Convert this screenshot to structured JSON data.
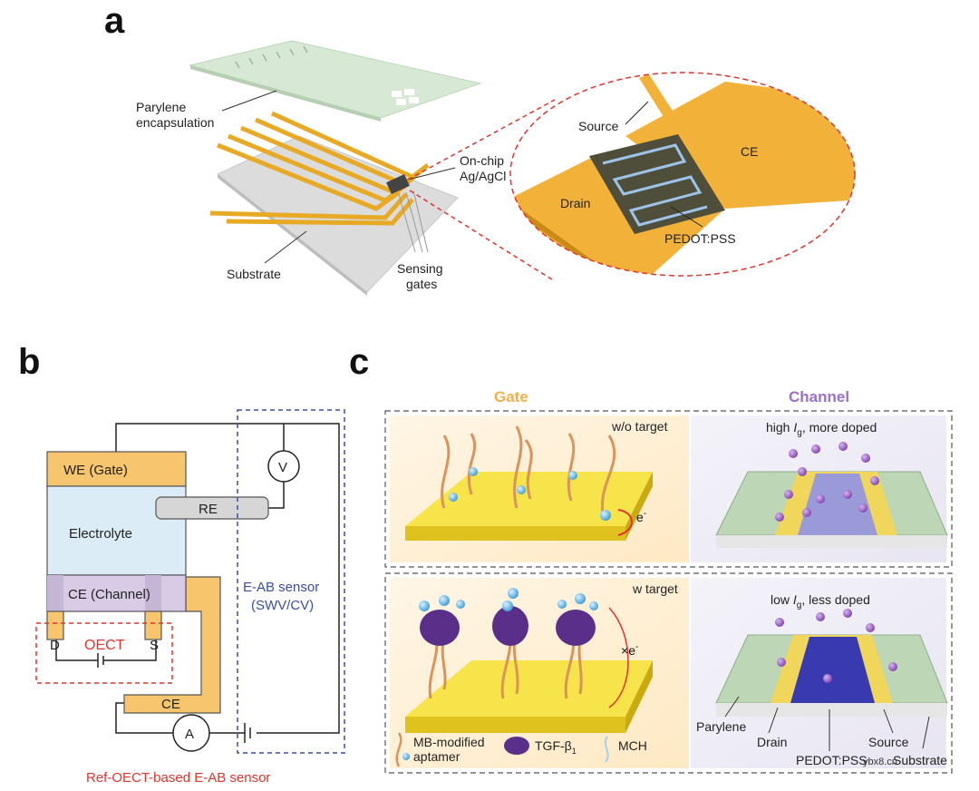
{
  "panels": {
    "a": {
      "label": "a",
      "parylene": [
        "Parylene",
        "encapsulation"
      ],
      "onchip": [
        "On-chip",
        "Ag/AgCl"
      ],
      "substrate": "Substrate",
      "sensing": [
        "Sensing",
        "gates"
      ],
      "source": "Source",
      "ce": "CE",
      "drain": "Drain",
      "pedot": "PEDOT:PSS"
    },
    "b": {
      "label": "b",
      "we_gate": "WE (Gate)",
      "re": "RE",
      "electrolyte": "Electrolyte",
      "ce_channel": "CE (Channel)",
      "d": "D",
      "s": "S",
      "oect": "OECT",
      "ce": "CE",
      "v": "V",
      "a": "A",
      "eab": [
        "E-AB sensor",
        "(SWV/CV)"
      ],
      "caption": "Ref-OECT-based E-AB sensor"
    },
    "c": {
      "label": "c",
      "gate": "Gate",
      "channel": "Channel",
      "wo_target": "w/o target",
      "w_target": "w target",
      "high_ig": [
        "high ",
        "I",
        "g",
        ", more doped"
      ],
      "low_ig": [
        "low ",
        "I",
        "g",
        ", less doped"
      ],
      "electron": [
        "e",
        "-"
      ],
      "legend": {
        "aptamer": [
          "MB-modified",
          "aptamer"
        ],
        "tgf": [
          "TGF-β",
          "1"
        ],
        "mch": "MCH"
      },
      "device": {
        "parylene": "Parylene",
        "drain": "Drain",
        "pedot": "PEDOT:PSS",
        "source": "Source",
        "substrate": "Substrate"
      }
    }
  },
  "watermark": "ybx8.cn",
  "colors": {
    "gold": "#f2c04e",
    "gold_dark": "#d99a1e",
    "red_dash": "#e0342c",
    "blue_dash": "#3a4fa0",
    "gate_orange": "#f2b04a",
    "channel_purple": "#9b6fcf",
    "pedot_blue": "#3a3ab0"
  }
}
